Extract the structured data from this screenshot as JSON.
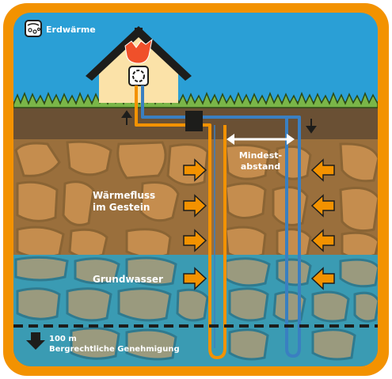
{
  "title": "Erdwärme",
  "labels": {
    "distance_line1": "Mindest-",
    "distance_line2": "abstand",
    "rock_line1": "Wärmefluss",
    "rock_line2": "im Gestein",
    "groundwater": "Grundwasser",
    "depth": "100 m",
    "permit": "Bergrechtliche Genehmigung"
  },
  "colors": {
    "frame": "#f39200",
    "sky": "#2a9fd6",
    "house": "#fbe2a8",
    "roof": "#1d1d1b",
    "grass": "#7ab648",
    "soil": "#6a5034",
    "rock_fill": "#b8844a",
    "rock_bg": "#9a6f3c",
    "water": "#3a9bb3",
    "pipe_warm": "#f39200",
    "pipe_cold": "#3a7fc1",
    "arrow": "#f39200"
  },
  "icons": {
    "logo": "geothermal-logo-icon",
    "heat": "flame-icon",
    "pump": "heat-pump-icon"
  }
}
